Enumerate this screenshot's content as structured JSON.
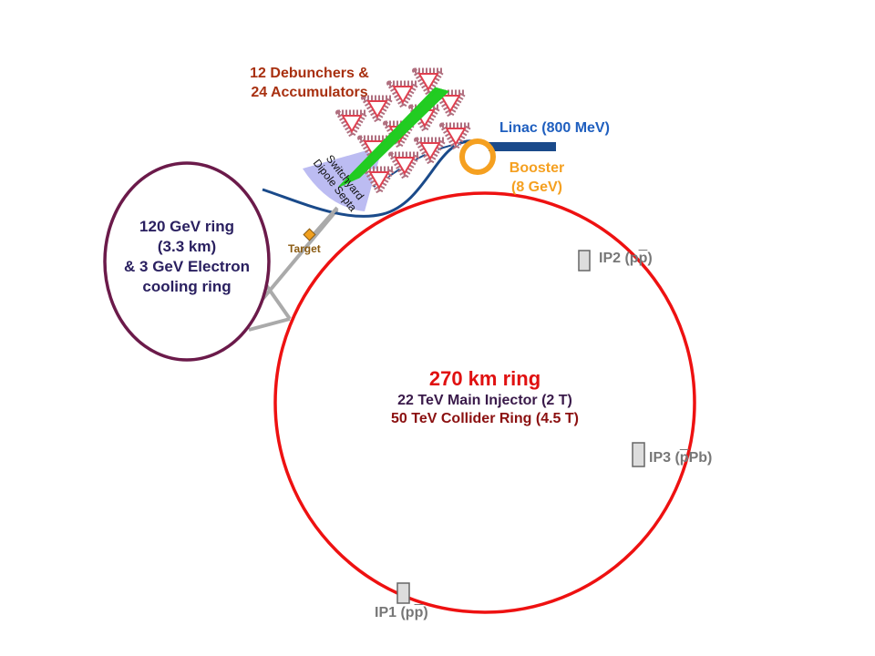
{
  "labels": {
    "debunchers_line1": "12 Debunchers &",
    "debunchers_line2": "24 Accumulators",
    "linac": "Linac (800 MeV)",
    "booster_line1": "Booster",
    "booster_line2": "(8 GeV)",
    "switchyard_line1": "Switchyard",
    "switchyard_line2": "Dipole Septa",
    "target": "Target",
    "ring120_line1": "120 GeV ring",
    "ring120_line2": "(3.3 km)",
    "ring120_line3": "& 3 GeV Electron",
    "ring120_line4": "cooling ring",
    "main_ring_title": "270 km ring",
    "main_ring_line2": "22 TeV Main Injector (2 T)",
    "main_ring_line3": "50 TeV Collider Ring (4.5 T)",
    "ip1_prefix": "IP1 (p",
    "ip1_bar": "p",
    "ip1_suffix": ")",
    "ip2_prefix": "IP2 (p",
    "ip2_bar": "p",
    "ip2_suffix": ")",
    "ip3_prefix": "IP3 (",
    "ip3_bar": "p",
    "ip3_suffix": "Pb)"
  },
  "colors": {
    "main_ring": "#ee1111",
    "main_title": "#e01010",
    "injector_text": "#3a1a4a",
    "collider_text": "#8b1010",
    "ring120_stroke": "#6b1a4a",
    "ring120_text": "#2a2060",
    "linac": "#1a4a8a",
    "linac_text": "#1f5fbf",
    "booster": "#f5a020",
    "accumulator_text": "#a83010",
    "ip_text": "#777777",
    "target": "#f0a020",
    "target_text": "#8a5a10",
    "transfer_line": "#aaaaaa",
    "beam_lines": "#22cc22",
    "septa": "#b0b0f0"
  }
}
